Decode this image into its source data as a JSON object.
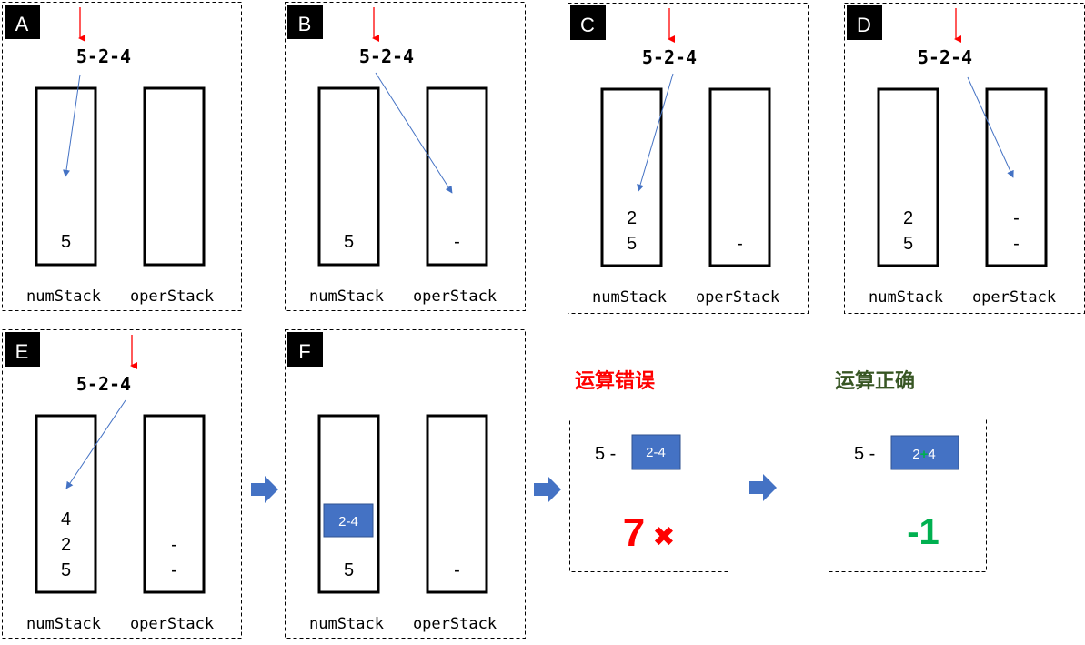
{
  "stack_labels": {
    "num": "numStack",
    "oper": "operStack"
  },
  "expression": "5-2-4",
  "panels": [
    {
      "letter": "A",
      "num_stack": [
        "5"
      ],
      "oper_stack": [],
      "pointer": "num"
    },
    {
      "letter": "B",
      "num_stack": [
        "5"
      ],
      "oper_stack": [
        "-"
      ],
      "pointer": "oper"
    },
    {
      "letter": "C",
      "num_stack": [
        "5",
        "2"
      ],
      "oper_stack": [
        "-"
      ],
      "pointer": "num"
    },
    {
      "letter": "D",
      "num_stack": [
        "5",
        "2"
      ],
      "oper_stack": [
        "-",
        "-"
      ],
      "pointer": "oper"
    },
    {
      "letter": "E",
      "num_stack": [
        "5",
        "2",
        "4"
      ],
      "oper_stack": [
        "-",
        "-"
      ],
      "pointer": "num"
    },
    {
      "letter": "F",
      "num_stack": [
        "5"
      ],
      "num_highlight": "2-4",
      "oper_stack": [
        "-"
      ],
      "pointer": ""
    }
  ],
  "wrong": {
    "title": "运算错误",
    "prefix": "5 -",
    "box": "2-4",
    "result": "7",
    "mark": "✖"
  },
  "right": {
    "title": "运算正确",
    "prefix": "5 -",
    "box_left": "2",
    "box_op": "+",
    "box_right": "4",
    "result": "-1"
  },
  "colors": {
    "accent_blue": "#4472C4",
    "pointer_red": "#FF0000",
    "wrong_red": "#FF0000",
    "right_green": "#00B050",
    "right_title": "#375623",
    "label_bg": "#000000"
  }
}
